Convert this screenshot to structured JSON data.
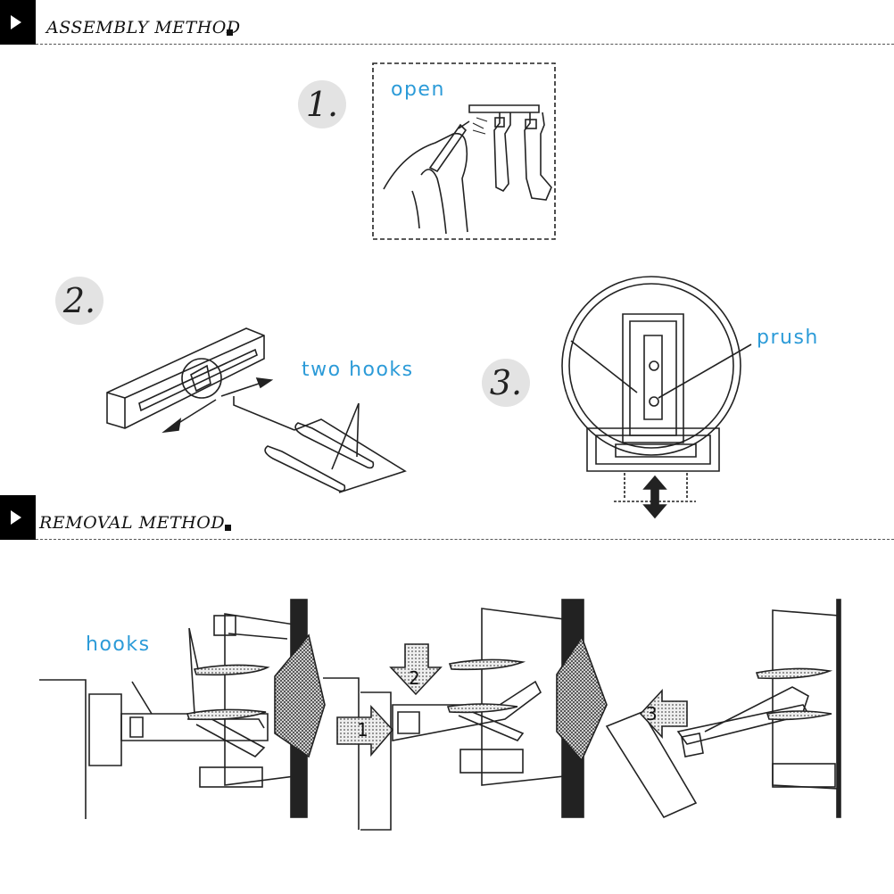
{
  "assembly": {
    "header": "ASSEMBLY METHOD",
    "steps": [
      {
        "number": "1.",
        "label": "open"
      },
      {
        "number": "2.",
        "label": "two hooks"
      },
      {
        "number": "3.",
        "label": "prush"
      }
    ]
  },
  "removal": {
    "header": "REMOVAL METHOD",
    "label": "hooks",
    "arrow_numbers": [
      "1",
      "2",
      "3"
    ]
  },
  "colors": {
    "label": "#2c9bd8",
    "line": "#222222",
    "header_tab": "#000000"
  }
}
